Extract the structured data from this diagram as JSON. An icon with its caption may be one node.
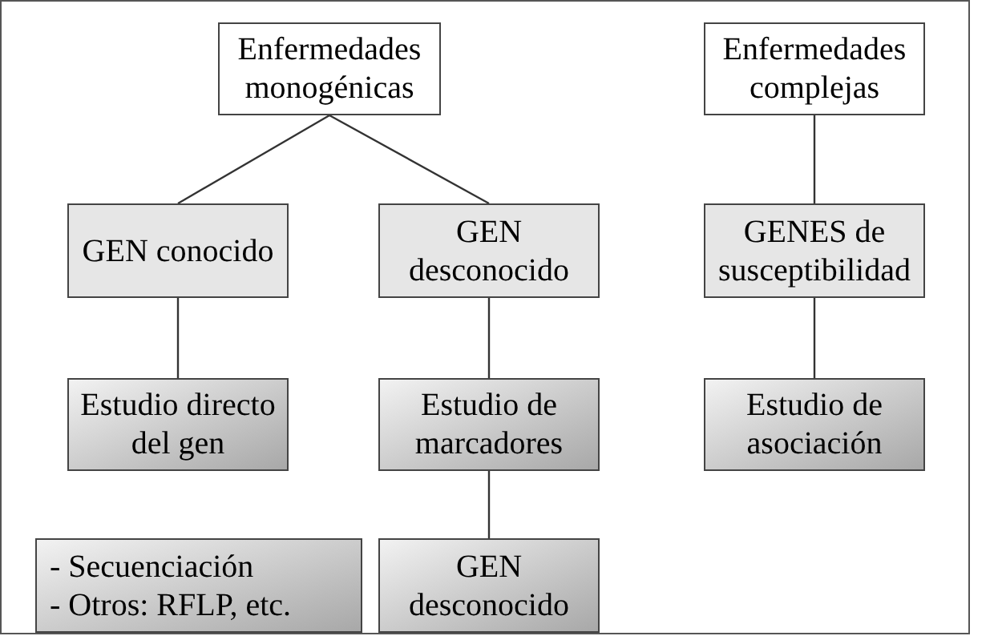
{
  "diagram": {
    "nodes": [
      {
        "text": [
          "Enfermedades monogénicas"
        ]
      },
      {
        "text": [
          "Enfermedades complejas"
        ]
      },
      {
        "text": [
          "GEN conocido"
        ]
      },
      {
        "text": [
          "GEN desconocido"
        ]
      },
      {
        "text": [
          "GENES de susceptibilidad"
        ]
      },
      {
        "text": [
          "Estudio directo del gen"
        ]
      },
      {
        "text": [
          "Estudio de marcadores"
        ]
      },
      {
        "text": [
          "Estudio de asociación"
        ]
      },
      {
        "text": [
          "- Secuenciación",
          "- Otros: RFLP, etc."
        ]
      },
      {
        "text": [
          "GEN desconocido"
        ]
      }
    ],
    "edges": [
      {
        "from": 0,
        "to": 2,
        "arrow": "none"
      },
      {
        "from": 0,
        "to": 3,
        "arrow": "none"
      },
      {
        "from": 1,
        "to": 4,
        "arrow": "none"
      },
      {
        "from": 2,
        "to": 5,
        "arrow": "none"
      },
      {
        "from": 3,
        "to": 6,
        "arrow": "none"
      },
      {
        "from": 4,
        "to": 7,
        "arrow": "none"
      },
      {
        "from": 6,
        "to": 9,
        "arrow": "none"
      }
    ]
  }
}
